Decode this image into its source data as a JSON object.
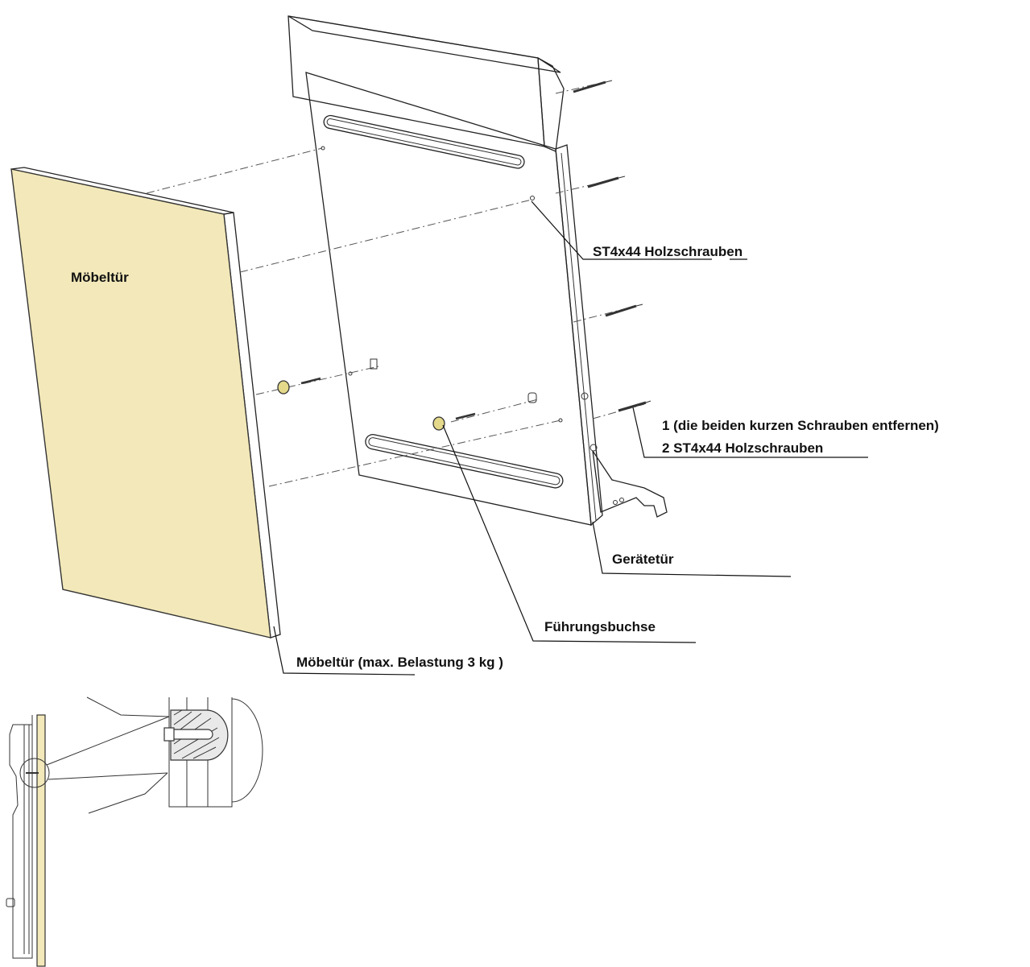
{
  "labels": {
    "moebeltuer": "Möbeltür",
    "st4x44_holzschrauben": "ST4x44 Holzschrauben",
    "step_1": "1 (die beiden kurzen Schrauben entfernen)",
    "step_2": "2 ST4x44 Holzschrauben",
    "geraetetuer": "Gerätetür",
    "fuehrungsbuchse": "Führungsbuchse",
    "moebeltuer_belastung": "Möbeltür (max. Belastung 3 kg )"
  },
  "colors": {
    "furniture_door_fill": "#f2e8b9",
    "bushing_fill": "#e4d98a",
    "line": "#222222"
  }
}
